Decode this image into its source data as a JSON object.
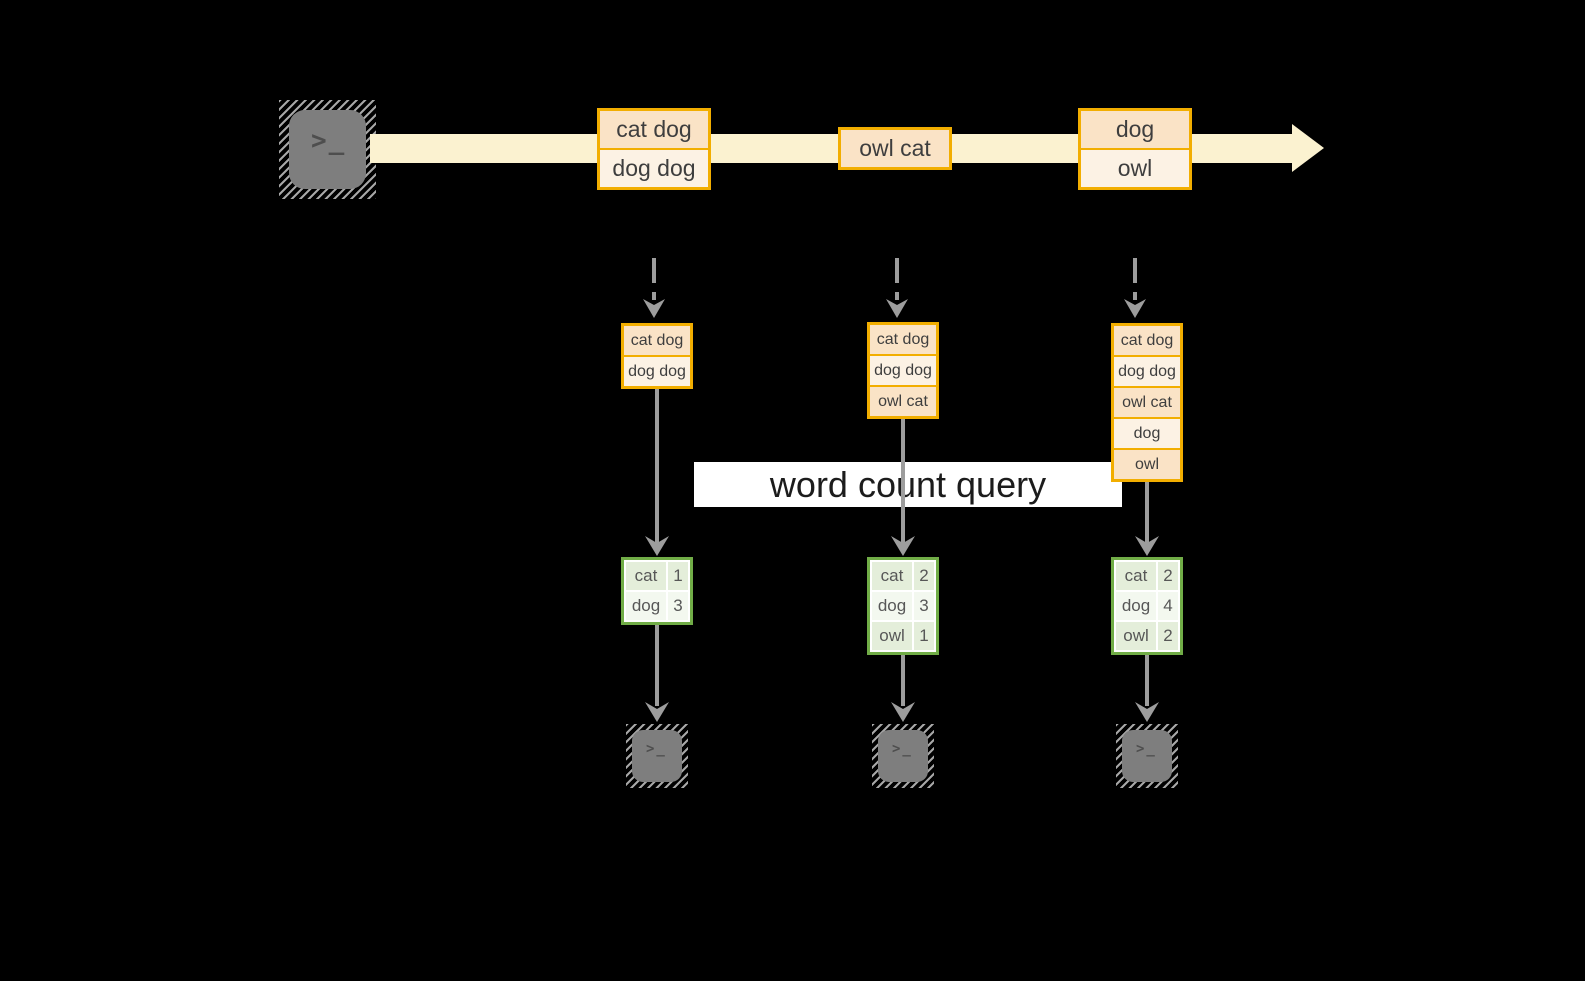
{
  "query_label": "word count query",
  "icons": {
    "terminal_prompt": ">_"
  },
  "stream": {
    "records": [
      {
        "lines": [
          "cat dog",
          "dog dog"
        ]
      },
      {
        "lines": [
          "owl cat"
        ]
      },
      {
        "lines": [
          "dog",
          "owl"
        ]
      }
    ]
  },
  "partitions": [
    {
      "buffer": [
        "cat dog",
        "dog dog"
      ],
      "counts": [
        {
          "word": "cat",
          "count": "1"
        },
        {
          "word": "dog",
          "count": "3"
        }
      ]
    },
    {
      "buffer": [
        "cat dog",
        "dog dog",
        "owl cat"
      ],
      "counts": [
        {
          "word": "cat",
          "count": "2"
        },
        {
          "word": "dog",
          "count": "3"
        },
        {
          "word": "owl",
          "count": "1"
        }
      ]
    },
    {
      "buffer": [
        "cat dog",
        "dog dog",
        "owl cat",
        "dog",
        "owl"
      ],
      "counts": [
        {
          "word": "cat",
          "count": "2"
        },
        {
          "word": "dog",
          "count": "4"
        },
        {
          "word": "owl",
          "count": "2"
        }
      ]
    }
  ],
  "colors": {
    "background": "#000000",
    "stream_band": "#fbf2d0",
    "record_border": "#f2ae00",
    "record_fill_peach": "#fae3c6",
    "record_fill_cream": "#fcf2e4",
    "table_border": "#71ad47",
    "table_fill_dark": "#e4eeda",
    "table_fill_light": "#f3f8ef",
    "connector_gray": "#9d9d9d",
    "terminal_gray": "#7e7e7e"
  }
}
